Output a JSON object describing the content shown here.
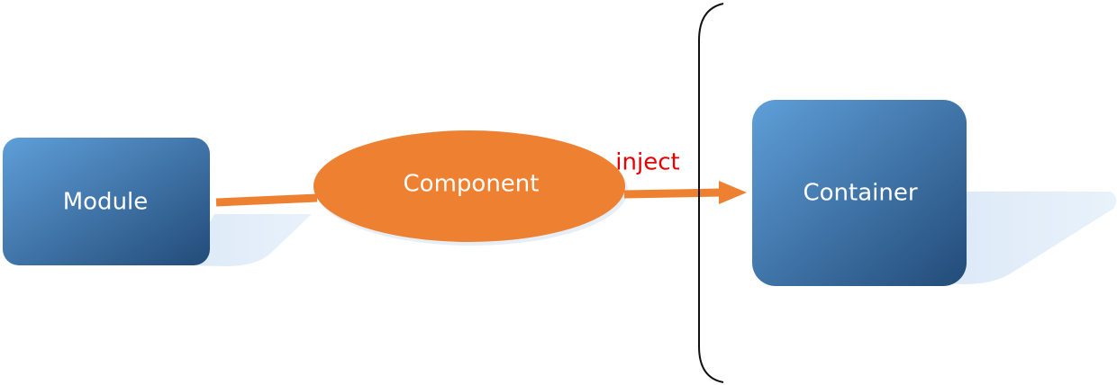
{
  "nodes": {
    "module": {
      "label": "Module"
    },
    "component": {
      "label": "Component"
    },
    "container": {
      "label": "Container"
    }
  },
  "edges": {
    "inject": {
      "label": "inject"
    }
  },
  "colors": {
    "box_light": "#5f9fd9",
    "box_dark": "#224b78",
    "ellipse": "#ee8131",
    "arrow": "#ee8131",
    "shadow": "#dce9f7",
    "edge_label": "#e60000",
    "bracket": "#111111"
  }
}
